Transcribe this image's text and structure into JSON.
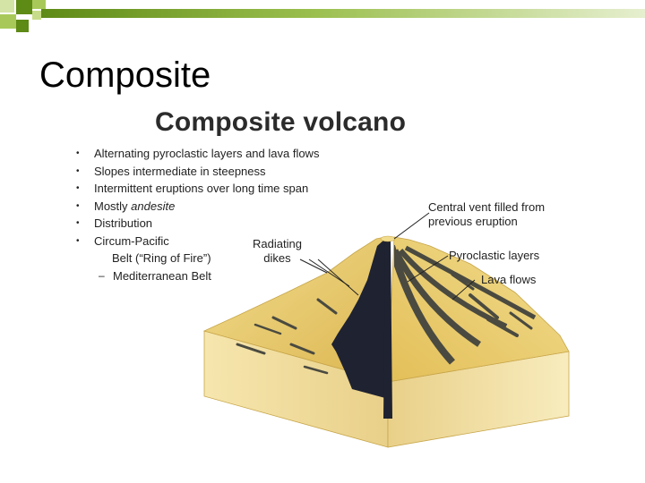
{
  "slide": {
    "title": "Composite"
  },
  "diagram": {
    "title": "Composite volcano",
    "bullets": [
      {
        "text": "Alternating pyroclastic layers and lava flows"
      },
      {
        "text": "Slopes intermediate in steepness"
      },
      {
        "text": "Intermittent eruptions over long time span"
      },
      {
        "prefix": "Mostly ",
        "emph": "andesite"
      },
      {
        "text": "Distribution"
      },
      {
        "text": "Circum-Pacific"
      }
    ],
    "sub_bullets": [
      {
        "text": "Belt (“Ring of Fire”)"
      },
      {
        "text": "Mediterranean Belt"
      }
    ],
    "labels": {
      "central_vent_line1": "Central vent filled from",
      "central_vent_line2": "previous eruption",
      "radiating_line1": "Radiating",
      "radiating_line2": "dikes",
      "pyroclastic": "Pyroclastic layers",
      "lava": "Lava flows"
    }
  },
  "colors": {
    "deco_dark": "#5e8a16",
    "deco_light": "#a8c95a",
    "slope": "#e7c968",
    "pyroclastic": "#eed27a",
    "lava": "#4a4a40",
    "vent": "#1f2230",
    "block_side": "#f4e3a8"
  }
}
